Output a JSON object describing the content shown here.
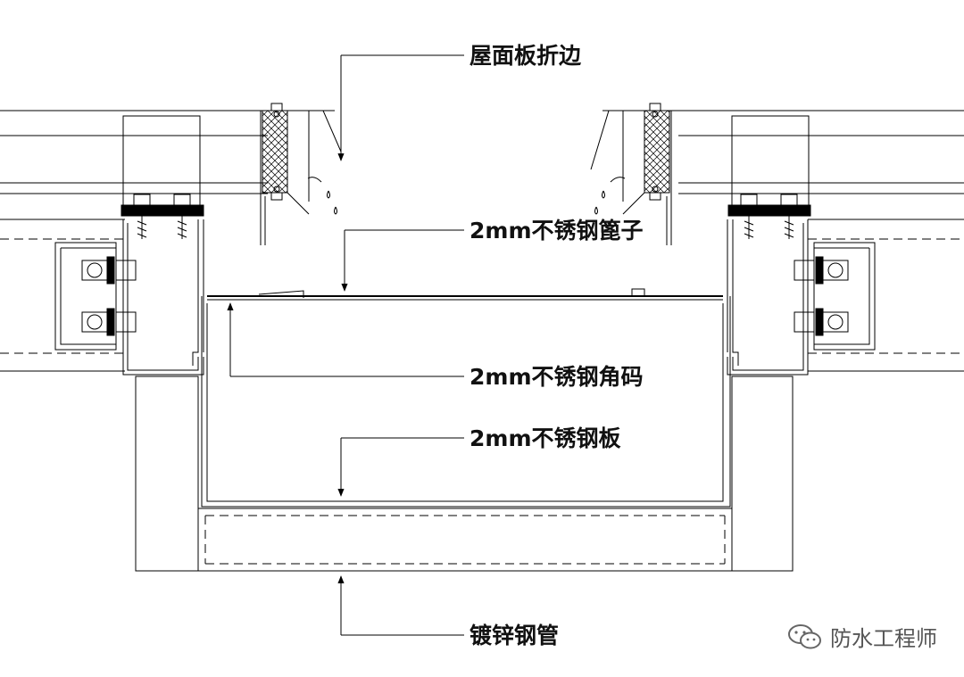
{
  "labels": {
    "roof_flange": "屋面板折边",
    "gutter_grate": "2mm不锈钢篦子",
    "angle_bracket": "2mm不锈钢角码",
    "steel_plate": "2mm不锈钢板",
    "galvanized_pipe": "镀锌钢管"
  },
  "watermark": {
    "text": "防水工程师",
    "icon": "wechat-icon"
  },
  "colors": {
    "line": "#000000",
    "text": "#111111",
    "watermark": "#555555"
  }
}
